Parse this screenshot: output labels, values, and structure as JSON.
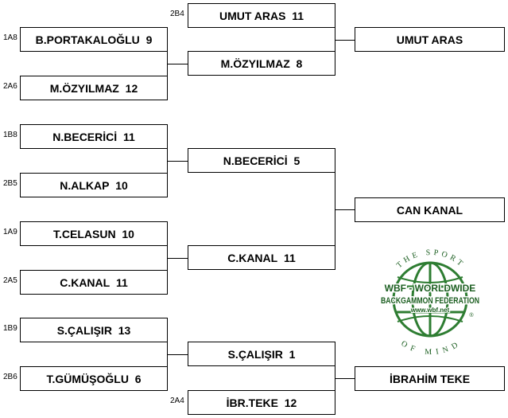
{
  "round1": [
    {
      "seed": "1A8",
      "name": "B.PORTAKALOĞLU",
      "score": "9"
    },
    {
      "seed": "2A6",
      "name": "M.ÖZYILMAZ",
      "score": "12"
    },
    {
      "seed": "1B8",
      "name": "N.BECERİCİ",
      "score": "11"
    },
    {
      "seed": "2B5",
      "name": "N.ALKAP",
      "score": "10"
    },
    {
      "seed": "1A9",
      "name": "T.CELASUN",
      "score": "10"
    },
    {
      "seed": "2A5",
      "name": "C.KANAL",
      "score": "11"
    },
    {
      "seed": "1B9",
      "name": "S.ÇALIŞIR",
      "score": "13"
    },
    {
      "seed": "2B6",
      "name": "T.GÜMÜŞOĞLU",
      "score": "6"
    }
  ],
  "round2": [
    {
      "seed": "2B4",
      "name": "UMUT ARAS",
      "score": "11"
    },
    {
      "seed": "",
      "name": "M.ÖZYILMAZ",
      "score": "8"
    },
    {
      "seed": "",
      "name": "N.BECERİCİ",
      "score": "5"
    },
    {
      "seed": "",
      "name": "C.KANAL",
      "score": "11"
    },
    {
      "seed": "",
      "name": "S.ÇALIŞIR",
      "score": "1"
    },
    {
      "seed": "2A4",
      "name": "İBR.TEKE",
      "score": "12"
    }
  ],
  "round3": [
    {
      "name": "UMUT ARAS"
    },
    {
      "name": "CAN KANAL"
    },
    {
      "name": "İBRAHİM TEKE"
    }
  ],
  "logo": {
    "top_text": "THE SPORT",
    "bottom_text": "OF MIND",
    "line1": "WBF - WORLDWIDE",
    "line2": "BACKGAMMON FEDERATION",
    "url": "www.wbf.net",
    "reg": "®",
    "green": "#2e7d32",
    "dark_green": "#1b5e20"
  }
}
